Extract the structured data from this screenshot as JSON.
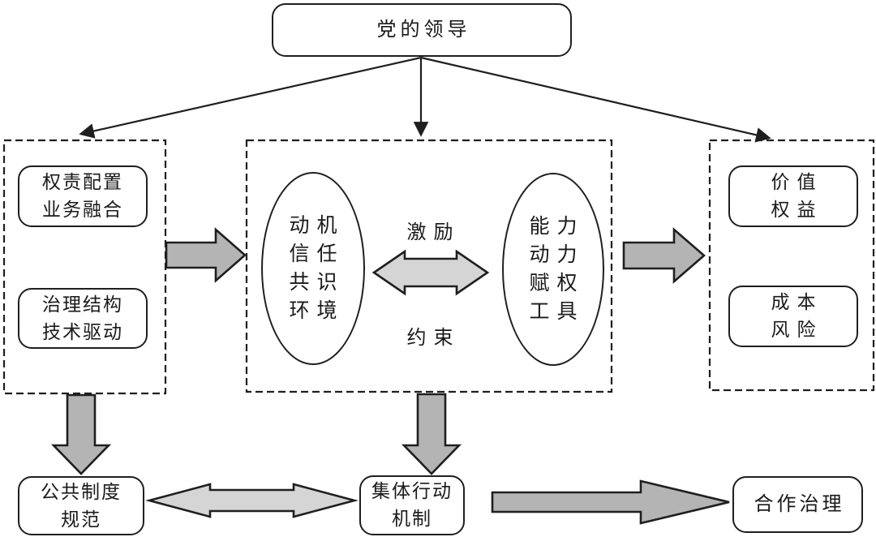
{
  "nodes": {
    "party_leadership": {
      "lines": [
        "党的领导"
      ]
    },
    "rights_config": {
      "lines": [
        "权责配置",
        "业务融合"
      ]
    },
    "governance_struct": {
      "lines": [
        "治理结构",
        "技术驱动"
      ]
    },
    "motivation_ellipse": {
      "lines": [
        "动机",
        "信任",
        "共识",
        "环境"
      ]
    },
    "capability_ellipse": {
      "lines": [
        "能力",
        "动力",
        "赋权",
        "工具"
      ]
    },
    "incentive_label": "激励",
    "constraint_label": "约束",
    "value_rights": {
      "lines": [
        "价值",
        "权益"
      ]
    },
    "cost_risk": {
      "lines": [
        "成本",
        "风险"
      ]
    },
    "public_institution": {
      "lines": [
        "公共制度",
        "规范"
      ]
    },
    "collective_action": {
      "lines": [
        "集体行动",
        "机制"
      ]
    },
    "cooperative_governance": {
      "lines": [
        "合作治理"
      ]
    }
  },
  "colors": {
    "line": "#1f1f1f",
    "arrow_fill": "#b4b4b4",
    "light_arrow_fill": "#d5d5d5",
    "background": "#ffffff"
  }
}
